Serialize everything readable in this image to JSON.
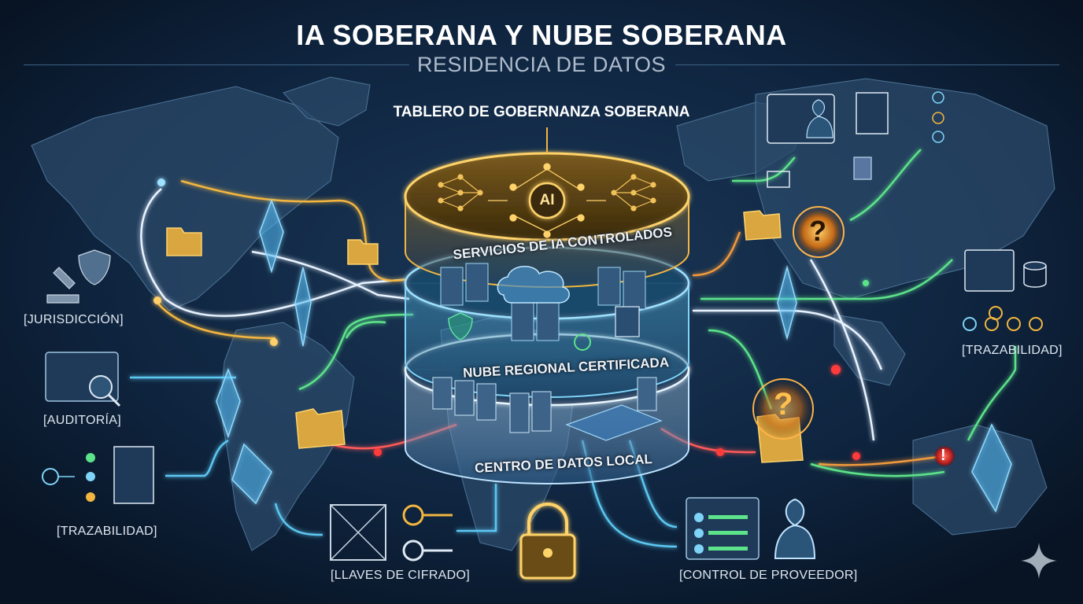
{
  "title": "IA SOBERANA Y NUBE SOBERANA",
  "subtitle": "RESIDENCIA DE DATOS",
  "dashboard_title": "TABLERO DE GOBERNANZA SOBERANA",
  "layers": {
    "top": "SERVICIOS DE IA CONTROLADOS",
    "middle": "NUBE REGIONAL CERTIFICADA",
    "bottom": "CENTRO DE DATOS LOCAL"
  },
  "ai_chip": "AI",
  "labels": {
    "jurisdiction": "[JURISDICCIÓN]",
    "audit": "[AUDITORÍA]",
    "traceability_left": "[TRAZABILIDAD]",
    "traceability_right": "[TRAZABILIDAD]",
    "encryption_keys": "[LLAVES DE CIFRADO]",
    "provider_control": "[CONTROL DE PROVEEDOR]"
  },
  "alert_glyphs": {
    "question": "?",
    "warning": "!"
  },
  "icons": [
    "gavel-icon",
    "shield-icon",
    "audit-dashboard-icon",
    "magnifier-icon",
    "flow-icon",
    "document-icon",
    "network-icon",
    "key-icon",
    "lock-icon",
    "provider-panel-icon",
    "user-icon",
    "id-card-icon",
    "certificate-icon",
    "database-icon",
    "folder-lock-icon",
    "server-icon",
    "cloud-icon",
    "sparkle-icon"
  ],
  "colors": {
    "background": "#0b1a2e",
    "gold": "#f2b640",
    "cyan": "#5cc8f2",
    "green": "#5de38a",
    "orange": "#f29a3c",
    "red": "#ff3b3b",
    "white": "#ffffff"
  }
}
